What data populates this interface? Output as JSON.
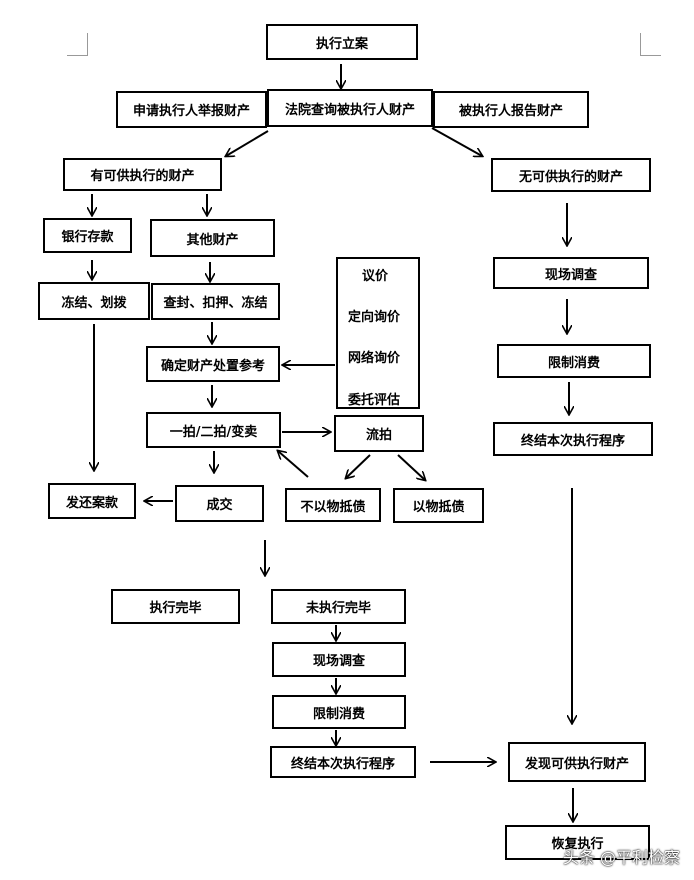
{
  "nodes": {
    "filing": "执行立案",
    "apply_report": "申请执行人举报财产",
    "court_query": "法院查询被执行人财产",
    "debtor_report": "被执行人报告财产",
    "has_property": "有可供执行的财产",
    "no_property": "无可供执行的财产",
    "bank_deposit": "银行存款",
    "other_property": "其他财产",
    "freeze_transfer": "冻结、划拨",
    "seal_seize_freeze": "查封、扣押、冻结",
    "determine_reference": "确定财产处置参考",
    "negotiate": "议价",
    "directed_inquiry": "定向询价",
    "online_inquiry": "网络询价",
    "entrust_appraisal": "委托评估",
    "auction": "一拍/二拍/变卖",
    "failed_auction": "流拍",
    "deal": "成交",
    "return_payment": "发还案款",
    "no_offset": "不以物抵债",
    "offset": "以物抵债",
    "site_survey_right": "现场调查",
    "restrict_consumption_right": "限制消费",
    "terminate_right": "终结本次执行程序",
    "execution_complete": "执行完毕",
    "execution_incomplete": "未执行完毕",
    "site_survey_bottom": "现场调查",
    "restrict_consumption_bottom": "限制消费",
    "terminate_bottom": "终结本次执行程序",
    "found_property": "发现可供执行财产",
    "resume_execution": "恢复执行"
  },
  "watermark": "头条 @平利检察"
}
